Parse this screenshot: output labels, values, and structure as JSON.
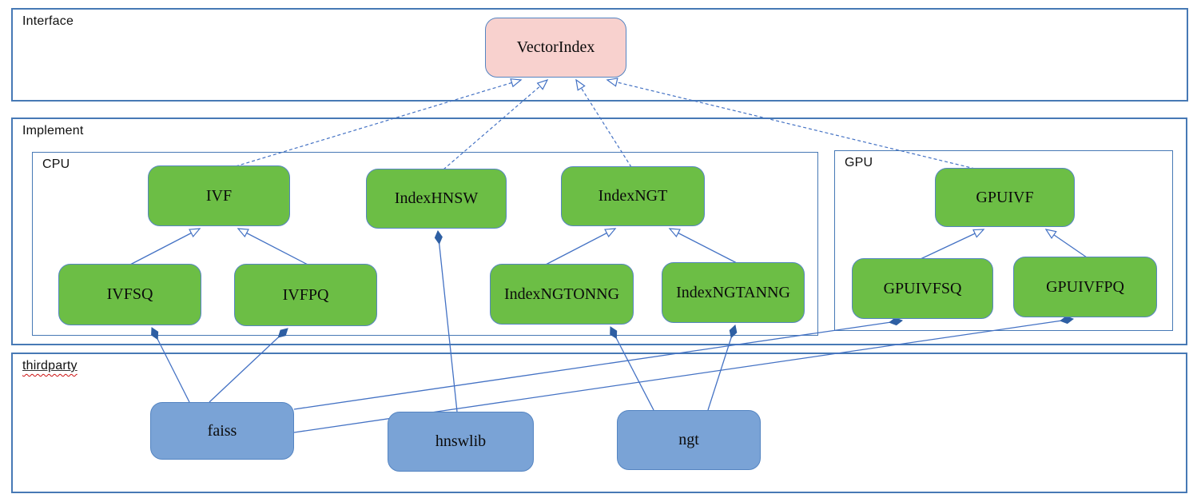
{
  "containers": {
    "interface": {
      "label": "Interface"
    },
    "implement": {
      "label": "Implement"
    },
    "cpu": {
      "label": "CPU"
    },
    "gpu": {
      "label": "GPU"
    },
    "thirdparty": {
      "label": "thirdparty"
    }
  },
  "nodes": {
    "vectorindex": {
      "label": "VectorIndex",
      "group": "interface"
    },
    "ivf": {
      "label": "IVF",
      "group": "cpu"
    },
    "indexhnsw": {
      "label": "IndexHNSW",
      "group": "cpu"
    },
    "indexngt": {
      "label": "IndexNGT",
      "group": "cpu"
    },
    "gpuivf": {
      "label": "GPUIVF",
      "group": "gpu"
    },
    "ivfsq": {
      "label": "IVFSQ",
      "group": "cpu"
    },
    "ivfpq": {
      "label": "IVFPQ",
      "group": "cpu"
    },
    "indexngtonng": {
      "label": "IndexNGTONNG",
      "group": "cpu"
    },
    "indexngtanng": {
      "label": "IndexNGTANNG",
      "group": "cpu"
    },
    "gpuivfsq": {
      "label": "GPUIVFSQ",
      "group": "gpu"
    },
    "gpuivfpq": {
      "label": "GPUIVFPQ",
      "group": "gpu"
    },
    "faiss": {
      "label": "faiss",
      "group": "thirdparty"
    },
    "hnswlib": {
      "label": "hnswlib",
      "group": "thirdparty"
    },
    "ngt": {
      "label": "ngt",
      "group": "thirdparty"
    }
  },
  "edges": [
    {
      "from": "IVF",
      "to": "VectorIndex",
      "relation": "realizes",
      "style": "dashed-hollow-triangle"
    },
    {
      "from": "IndexHNSW",
      "to": "VectorIndex",
      "relation": "realizes",
      "style": "dashed-hollow-triangle"
    },
    {
      "from": "IndexNGT",
      "to": "VectorIndex",
      "relation": "realizes",
      "style": "dashed-hollow-triangle"
    },
    {
      "from": "GPUIVF",
      "to": "VectorIndex",
      "relation": "realizes",
      "style": "dashed-hollow-triangle"
    },
    {
      "from": "IVFSQ",
      "to": "IVF",
      "relation": "inherits",
      "style": "solid-hollow-triangle"
    },
    {
      "from": "IVFPQ",
      "to": "IVF",
      "relation": "inherits",
      "style": "solid-hollow-triangle"
    },
    {
      "from": "IndexNGTONNG",
      "to": "IndexNGT",
      "relation": "inherits",
      "style": "solid-hollow-triangle"
    },
    {
      "from": "IndexNGTANNG",
      "to": "IndexNGT",
      "relation": "inherits",
      "style": "solid-hollow-triangle"
    },
    {
      "from": "GPUIVFSQ",
      "to": "GPUIVF",
      "relation": "inherits",
      "style": "solid-hollow-triangle"
    },
    {
      "from": "GPUIVFPQ",
      "to": "GPUIVF",
      "relation": "inherits",
      "style": "solid-hollow-triangle"
    },
    {
      "from": "faiss",
      "to": "IVFSQ",
      "relation": "composes",
      "style": "solid-filled-diamond"
    },
    {
      "from": "faiss",
      "to": "IVFPQ",
      "relation": "composes",
      "style": "solid-filled-diamond"
    },
    {
      "from": "faiss",
      "to": "GPUIVFSQ",
      "relation": "composes",
      "style": "solid-filled-diamond"
    },
    {
      "from": "faiss",
      "to": "GPUIVFPQ",
      "relation": "composes",
      "style": "solid-filled-diamond"
    },
    {
      "from": "hnswlib",
      "to": "IndexHNSW",
      "relation": "composes",
      "style": "solid-filled-diamond"
    },
    {
      "from": "ngt",
      "to": "IndexNGTONNG",
      "relation": "composes",
      "style": "solid-filled-diamond"
    },
    {
      "from": "ngt",
      "to": "IndexNGTANNG",
      "relation": "composes",
      "style": "solid-filled-diamond"
    }
  ],
  "colors": {
    "interface_fill": "#f8d1ce",
    "implementation_fill": "#6cbe45",
    "thirdparty_fill": "#7aa3d6",
    "node_border": "#5585c2",
    "container_border": "#4779b5",
    "connector": "#4472c4",
    "diamond_fill": "#2e5fa3",
    "squiggle": "#cc1111"
  }
}
